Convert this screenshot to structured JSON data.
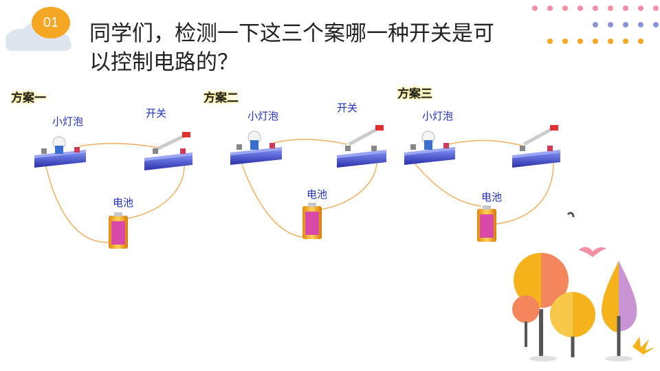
{
  "header": {
    "badge": "01",
    "title_line1": "同学们，检测一下这三个案哪一种开关是可",
    "title_line2": "以控制电路的？"
  },
  "plans": [
    {
      "label": "方案一",
      "bulb": "小灯泡",
      "switch": "开关",
      "battery": "电池"
    },
    {
      "label": "方案二",
      "bulb": "小灯泡",
      "switch": "开关",
      "battery": "电池"
    },
    {
      "label": "方案三",
      "bulb": "小灯泡",
      "switch": "开关",
      "battery": "电池"
    }
  ],
  "colors": {
    "badge": "#f5a623",
    "label_text": "#1f2fbf",
    "wire": "#f0b060",
    "base": "#4a5fd8"
  },
  "icons": [
    "cloud-icon",
    "dots-decoration",
    "trees-decoration",
    "bird-icon"
  ]
}
